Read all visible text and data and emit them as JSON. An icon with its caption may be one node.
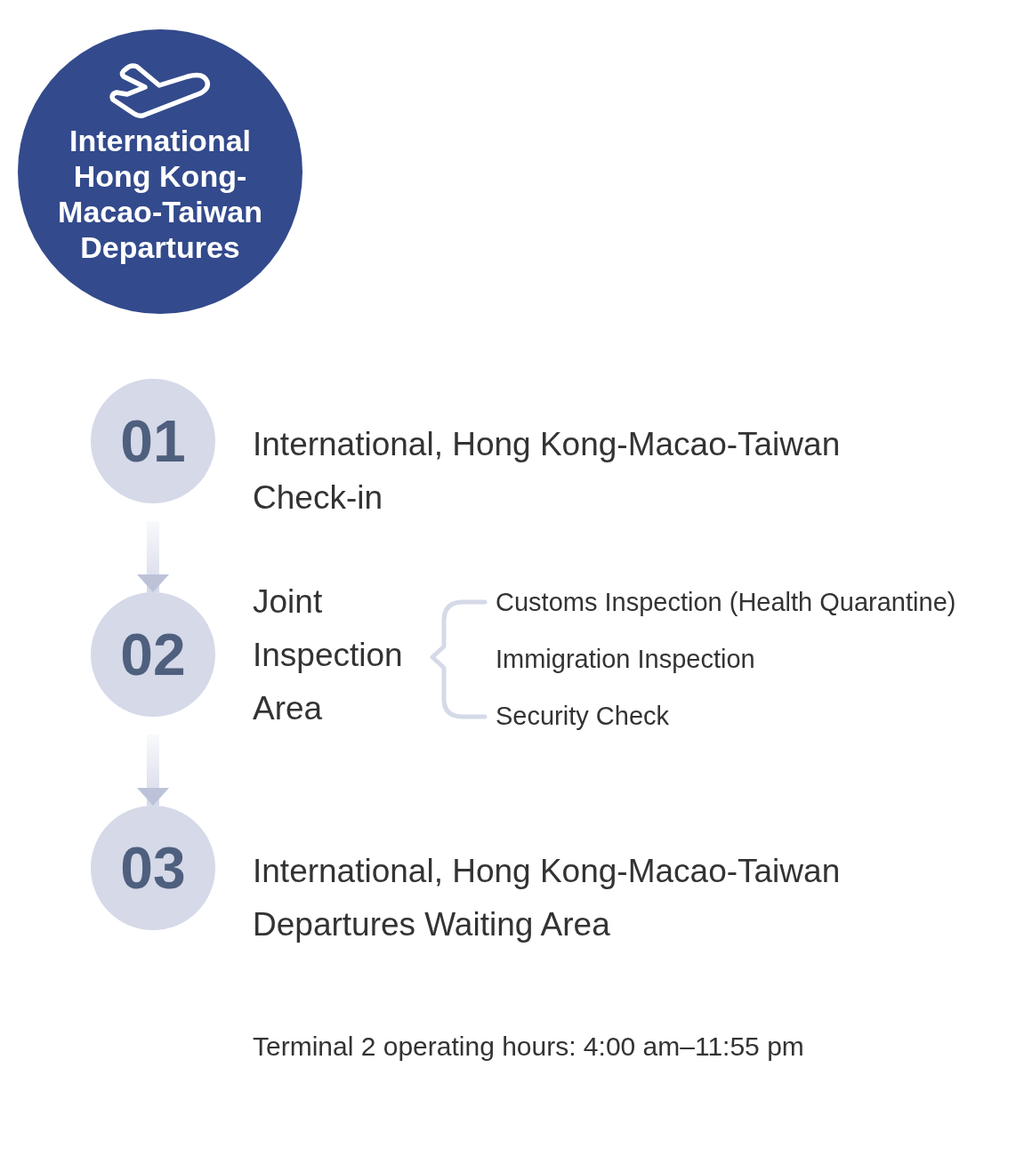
{
  "diagram": {
    "nodes": [
      {
        "text": [
          "International Hong Kong-Macao-Taiwan Departures"
        ]
      },
      {
        "text": [
          "01"
        ],
        "beside": [
          "International, Hong Kong-Macao-Taiwan Check-in"
        ]
      },
      {
        "text": [
          "02"
        ],
        "beside": [
          "Joint Inspection Area"
        ]
      },
      {
        "text": [
          "03"
        ],
        "beside": [
          "International, Hong Kong-Macao-Taiwan Departures Waiting Area"
        ]
      }
    ],
    "edges": [
      {
        "from": 1,
        "to": 2,
        "arrow": "to"
      },
      {
        "from": 2,
        "to": 3,
        "arrow": "to"
      }
    ],
    "labels": [
      "Customs Inspection (Health Quarantine)",
      "Immigration Inspection",
      "Security Check",
      "Terminal 2 operating hours: 4:00 am–11:55 pm"
    ]
  }
}
